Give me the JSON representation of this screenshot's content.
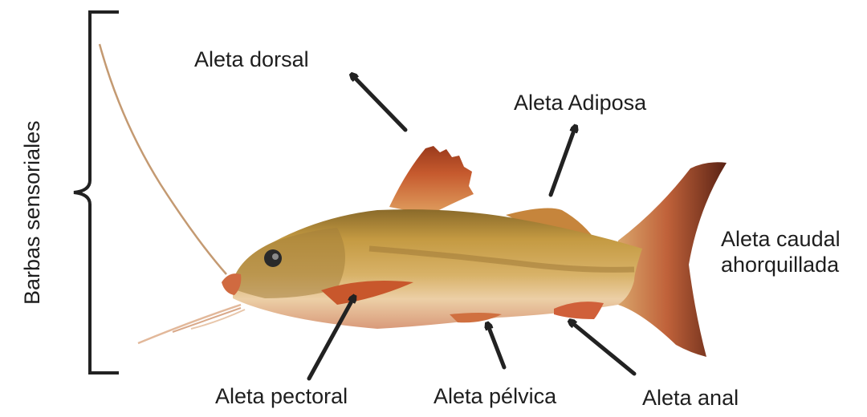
{
  "labels": {
    "dorsal": "Aleta dorsal",
    "adiposa": "Aleta Adiposa",
    "caudal_line1": "Aleta caudal",
    "caudal_line2": "ahorquillada",
    "pectoral": "Aleta pectoral",
    "pelvica": "Aleta pélvica",
    "anal": "Aleta anal",
    "barbas": "Barbas sensoriales"
  },
  "colors": {
    "body": "#c9a04a",
    "belly": "#f0dcc0",
    "fin": "#c8552a",
    "tail_dark": "#6b2a18",
    "arrow": "#222222"
  }
}
